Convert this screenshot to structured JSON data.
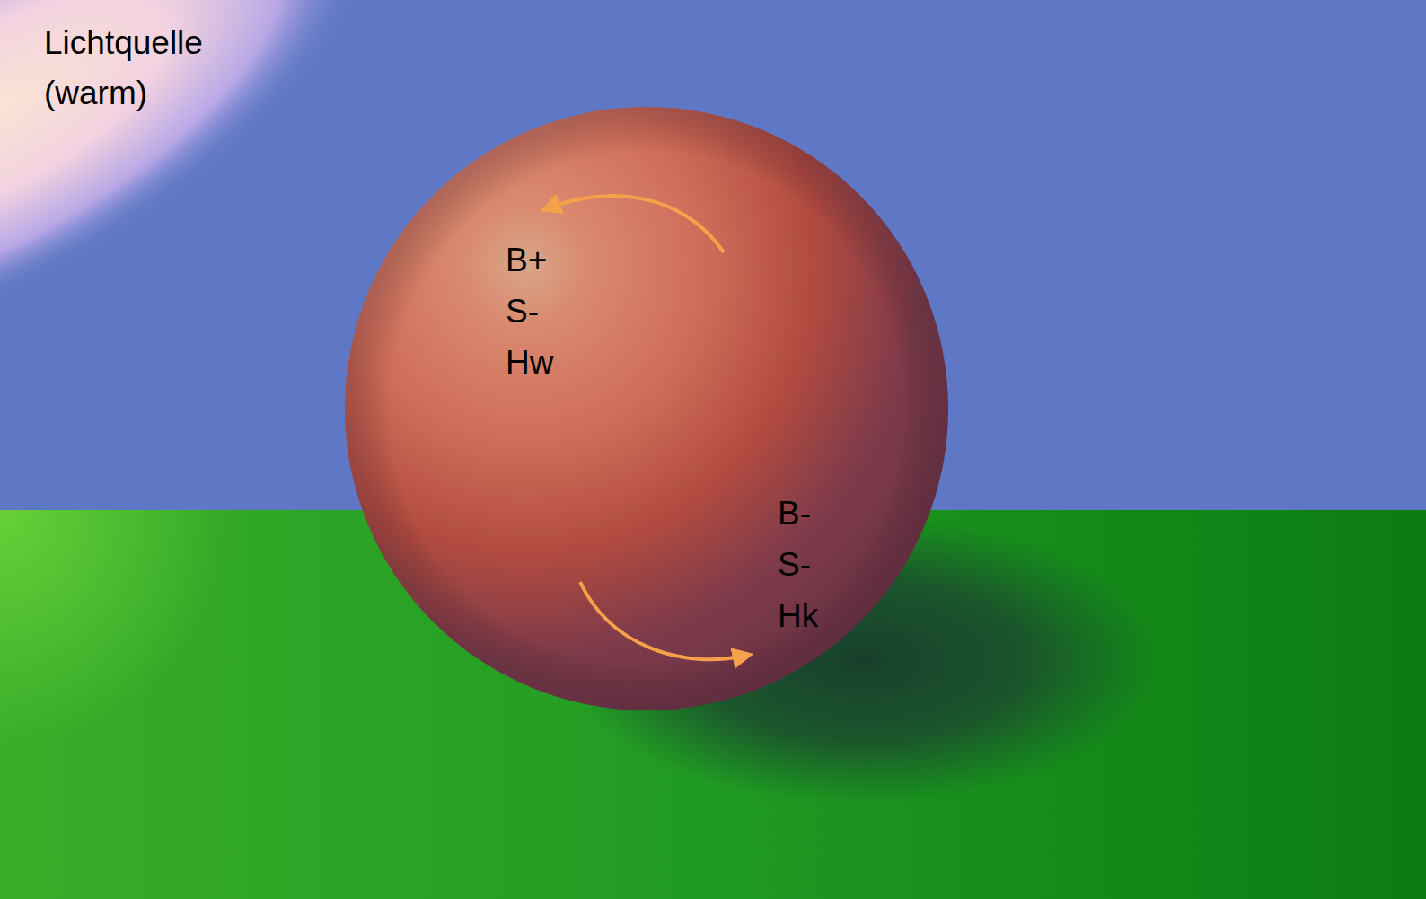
{
  "diagram": {
    "labels": [
      "Lichtquelle (warm)",
      "B+",
      "S-",
      "Hw",
      "B-",
      "S-",
      "Hk"
    ]
  }
}
